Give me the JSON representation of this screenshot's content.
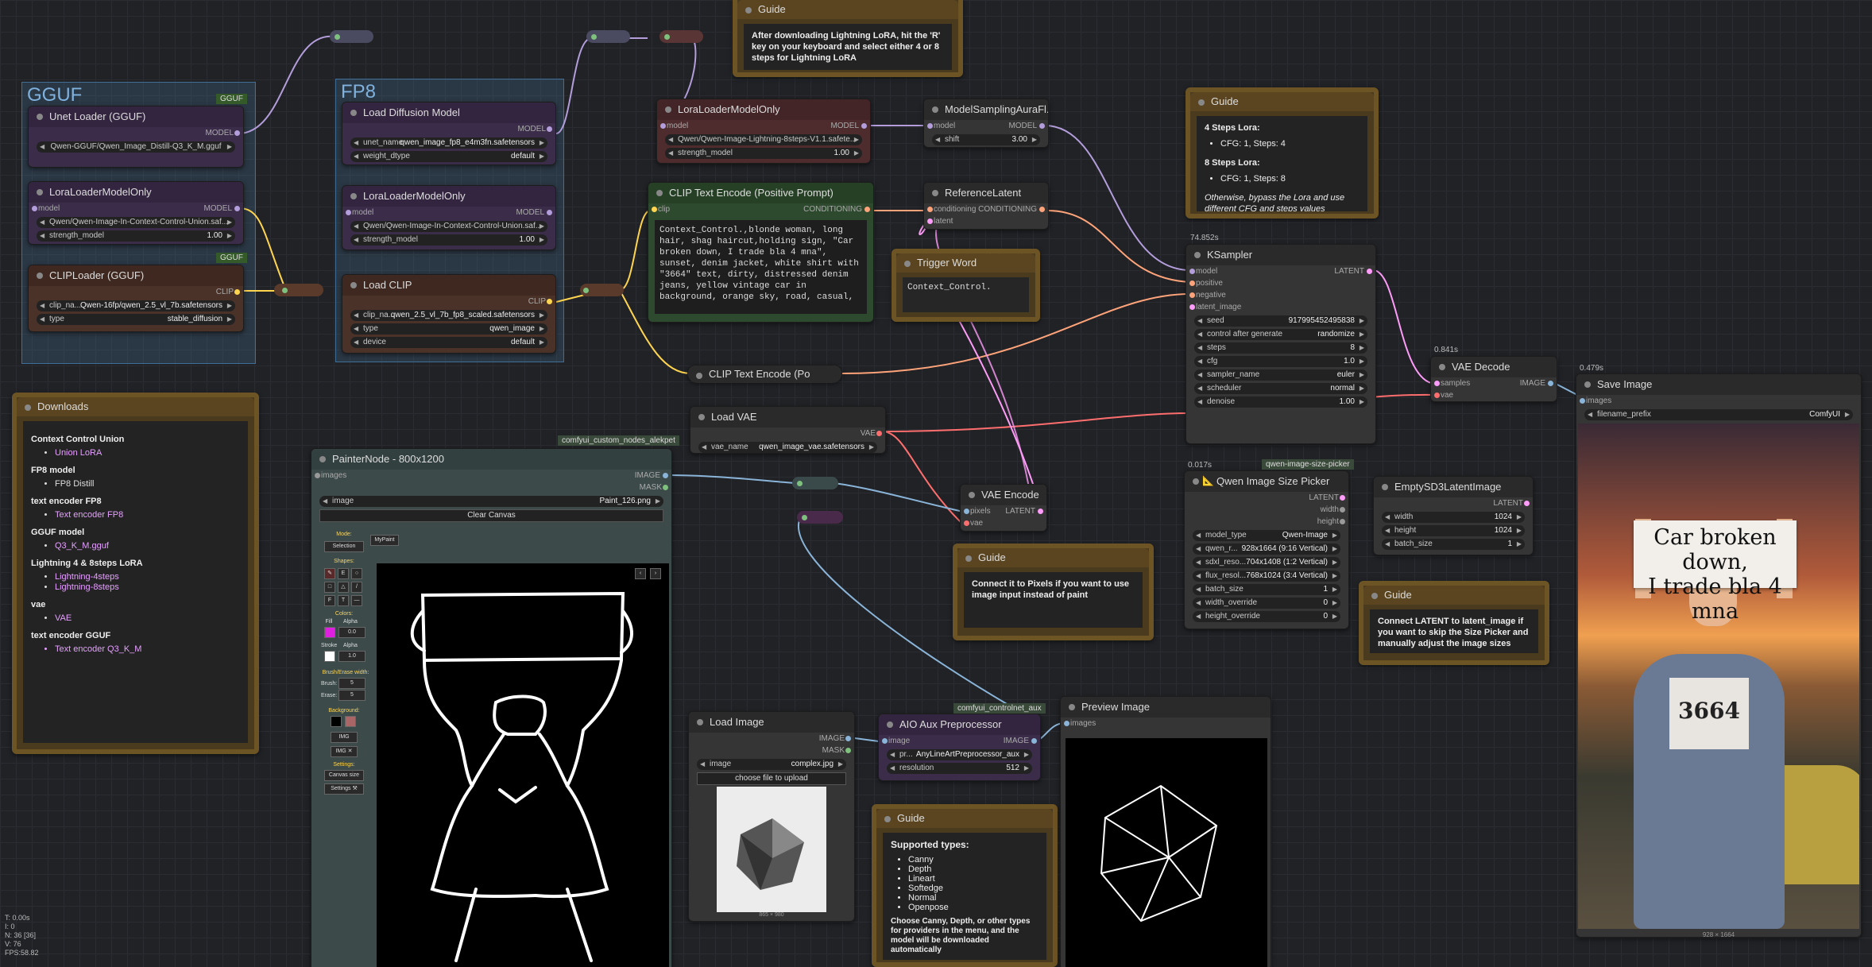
{
  "groups": {
    "gguf": "GGUF",
    "fp8": "FP8"
  },
  "nodes": {
    "unet": {
      "title": "Unet Loader (GGUF)",
      "out": "MODEL",
      "w1": "Qwen-GGUF/Qwen_Image_Distill-Q3_K_M.gguf"
    },
    "lora_gguf": {
      "title": "LoraLoaderModelOnly",
      "in": "model",
      "out": "MODEL",
      "w1": "Qwen/Qwen-Image-In-Context-Control-Union.saf...",
      "w2l": "strength_model",
      "w2v": "1.00"
    },
    "clip_gguf": {
      "title": "CLIPLoader (GGUF)",
      "out": "CLIP",
      "w1l": "clip_na...",
      "w1v": "Qwen-16fp/qwen_2.5_vl_7b.safetensors",
      "w2l": "type",
      "w2v": "stable_diffusion"
    },
    "gguf_badge1": "GGUF",
    "gguf_badge2": "GGUF",
    "ldm": {
      "title": "Load Diffusion Model",
      "out": "MODEL",
      "w1l": "unet_name",
      "w1v": "qwen_image_fp8_e4m3fn.safetensors",
      "w2l": "weight_dtype",
      "w2v": "default"
    },
    "lora_fp8": {
      "title": "LoraLoaderModelOnly",
      "in": "model",
      "out": "MODEL",
      "w1": "Qwen/Qwen-Image-In-Context-Control-Union.saf...",
      "w2l": "strength_model",
      "w2v": "1.00"
    },
    "loadclip": {
      "title": "Load CLIP",
      "out": "CLIP",
      "w1l": "clip_na...",
      "w1v": "qwen_2.5_vl_7b_fp8_scaled.safetensors",
      "w2l": "type",
      "w2v": "qwen_image",
      "w3l": "device",
      "w3v": "default"
    },
    "lora_light": {
      "title": "LoraLoaderModelOnly",
      "in": "model",
      "out": "MODEL",
      "w1": "Qwen/Qwen-Image-Lightning-8steps-V1.1.safete...",
      "w2l": "strength_model",
      "w2v": "1.00"
    },
    "msaura": {
      "title": "ModelSamplingAuraFl...",
      "in": "model",
      "out": "MODEL",
      "w1l": "shift",
      "w1v": "3.00"
    },
    "cte_pos": {
      "title": "CLIP Text Encode (Positive Prompt)",
      "in": "clip",
      "out": "CONDITIONING",
      "text": "Context_Control.,blonde woman, long hair, shag haircut,holding sign, \"Car broken down, I trade bla 4 mna\", sunset, denim jacket, white shirt with \"3664\" text, dirty, distressed denim jeans, yellow vintage car in background, orange sky, road, casual,"
    },
    "cte_neg": {
      "title": "CLIP Text Encode (Po"
    },
    "reflat": {
      "title": "ReferenceLatent",
      "in1": "conditioning",
      "in2": "latent",
      "out": "CONDITIONING"
    },
    "trigger": {
      "title": "Trigger Word",
      "text": "Context_Control."
    },
    "ksampler": {
      "title": "KSampler",
      "time": "74.852s",
      "in1": "model",
      "in2": "positive",
      "in3": "negative",
      "in4": "latent_image",
      "out": "LATENT",
      "rows": [
        [
          "seed",
          "917995452495838"
        ],
        [
          "control after generate",
          "randomize"
        ],
        [
          "steps",
          "8"
        ],
        [
          "cfg",
          "1.0"
        ],
        [
          "sampler_name",
          "euler"
        ],
        [
          "scheduler",
          "normal"
        ],
        [
          "denoise",
          "1.00"
        ]
      ]
    },
    "vaedec": {
      "title": "VAE Decode",
      "time": "0.841s",
      "in1": "samples",
      "in2": "vae",
      "out": "IMAGE"
    },
    "save": {
      "title": "Save Image",
      "time": "0.479s",
      "in": "images",
      "w1l": "filename_prefix",
      "w1v": "ComfyUI",
      "size": "928 × 1664",
      "sign_line1": "Car broken down,",
      "sign_line2": "I trade bla 4 mna",
      "shirt": "3664"
    },
    "loadvae": {
      "title": "Load VAE",
      "out": "VAE",
      "w1l": "vae_name",
      "w1v": "qwen_image_vae.safetensors"
    },
    "vaeenc": {
      "title": "VAE Encode",
      "in1": "pixels",
      "in2": "vae",
      "out": "LATENT"
    },
    "qisp": {
      "title": "Qwen Image Size Picker",
      "time": "0.017s",
      "badge": "qwen-image-size-picker",
      "o1": "LATENT",
      "o2": "width",
      "o3": "height",
      "rows": [
        [
          "model_type",
          "Qwen-Image"
        ],
        [
          "qwen_r...",
          "928x1664 (9:16 Vertical)"
        ],
        [
          "sdxl_reso...",
          "704x1408 (1:2 Vertical)"
        ],
        [
          "flux_resol...",
          "768x1024 (3:4 Vertical)"
        ],
        [
          "batch_size",
          "1"
        ],
        [
          "width_override",
          "0"
        ],
        [
          "height_override",
          "0"
        ]
      ]
    },
    "esd3": {
      "title": "EmptySD3LatentImage",
      "out": "LATENT",
      "rows": [
        [
          "width",
          "1024"
        ],
        [
          "height",
          "1024"
        ],
        [
          "batch_size",
          "1"
        ]
      ]
    },
    "painter": {
      "title": "PainterNode - 800x1200",
      "badge": "comfyui_custom_nodes_alekpet",
      "in": "images",
      "o1": "IMAGE",
      "o2": "MASK",
      "w1l": "image",
      "w1v": "Paint_126.png",
      "btn": "Clear Canvas",
      "mode": "Mode:",
      "mode_v": "Selection",
      "mypaint": "MyPaint",
      "shapes": "Shapes:",
      "colors": "Colors:",
      "fill": "Fill",
      "alpha": "Alpha",
      "alpha_v": "0.0",
      "stroke": "Stroke",
      "alpha2_v": "1.0",
      "brushw": "Brush/Erase width:",
      "brush": "Brush:",
      "brush_v": "5",
      "erase": "Erase:",
      "erase_v": "5",
      "bg": "Background:",
      "img1": "IMG",
      "img2": "IMG ✕",
      "settings": "Settings:",
      "canvas_size": "Canvas size",
      "settings_btn": "Settings ⚒"
    },
    "loadimg": {
      "title": "Load Image",
      "o1": "IMAGE",
      "o2": "MASK",
      "w1l": "image",
      "w1v": "complex.jpg",
      "btn": "choose file to upload",
      "size": "865 × 980"
    },
    "aio": {
      "title": "AIO Aux Preprocessor",
      "badge": "comfyui_controlnet_aux",
      "in": "image",
      "out": "IMAGE",
      "w1l": "pr...",
      "w1v": "AnyLineArtPreprocessor_aux",
      "w2l": "resolution",
      "w2v": "512"
    },
    "preview": {
      "title": "Preview Image",
      "in": "images"
    },
    "dl": {
      "title": "Downloads",
      "sections": [
        {
          "h": "Context Control Union",
          "items": [
            {
              "t": "Union LoRA",
              "link": true
            }
          ]
        },
        {
          "h": "FP8 model",
          "items": [
            {
              "t": "FP8 Distill",
              "link": false
            }
          ]
        },
        {
          "h": "text encoder FP8",
          "items": [
            {
              "t": "Text encoder FP8",
              "link": true
            }
          ]
        },
        {
          "h": "GGUF model",
          "items": [
            {
              "t": "Q3_K_M.gguf",
              "link": true
            }
          ]
        },
        {
          "h": "Lightning 4 & 8steps LoRA",
          "items": [
            {
              "t": "Lightning-4steps",
              "link": true
            },
            {
              "t": "Lightning-8steps",
              "link": true
            }
          ]
        },
        {
          "h": "vae",
          "items": [
            {
              "t": "VAE",
              "link": true
            }
          ]
        },
        {
          "h": "text encoder GGUF",
          "items": [
            {
              "t": "Text encoder Q3_K_M",
              "link": false
            }
          ]
        }
      ]
    },
    "guide1": {
      "title": "Guide",
      "text": "After downloading Lightning LoRA, hit the 'R' key on your keyboard and select either 4 or 8 steps for Lightning LoRA"
    },
    "guide2": {
      "title": "Guide",
      "h1": "4 Steps Lora:",
      "l1": "CFG: 1, Steps: 4",
      "h2": "8 Steps Lora:",
      "l2": "CFG: 1, Steps: 8",
      "note": "Otherwise, bypass the Lora and use different CFG and steps values"
    },
    "guide3": {
      "title": "Guide",
      "text": "Connect it to Pixels if you want to use image input instead of paint"
    },
    "guide4": {
      "title": "Guide",
      "text": "Connect LATENT to latent_image if you want to skip the Size Picker and manually adjust the image sizes"
    },
    "guide5": {
      "title": "Guide",
      "h": "Supported types:",
      "items": [
        "Canny",
        "Depth",
        "Lineart",
        "Softedge",
        "Normal",
        "Openpose"
      ],
      "foot": "Choose Canny, Depth, or other types for providers in the menu, and the model will be downloaded automatically"
    }
  },
  "stats": {
    "t": "T: 0.00s",
    "i": "I: 0",
    "n": "N: 36 [36]",
    "v": "V: 76",
    "fps": "FPS:58.82"
  },
  "colors": {
    "model_wire": "#b39ddb",
    "clip_wire": "#ffd54f",
    "cond_wire": "#ffa47a",
    "vae_wire": "#ff6e6e",
    "image_wire": "#8ab4d8",
    "latent_wire": "#ff9cf9"
  }
}
